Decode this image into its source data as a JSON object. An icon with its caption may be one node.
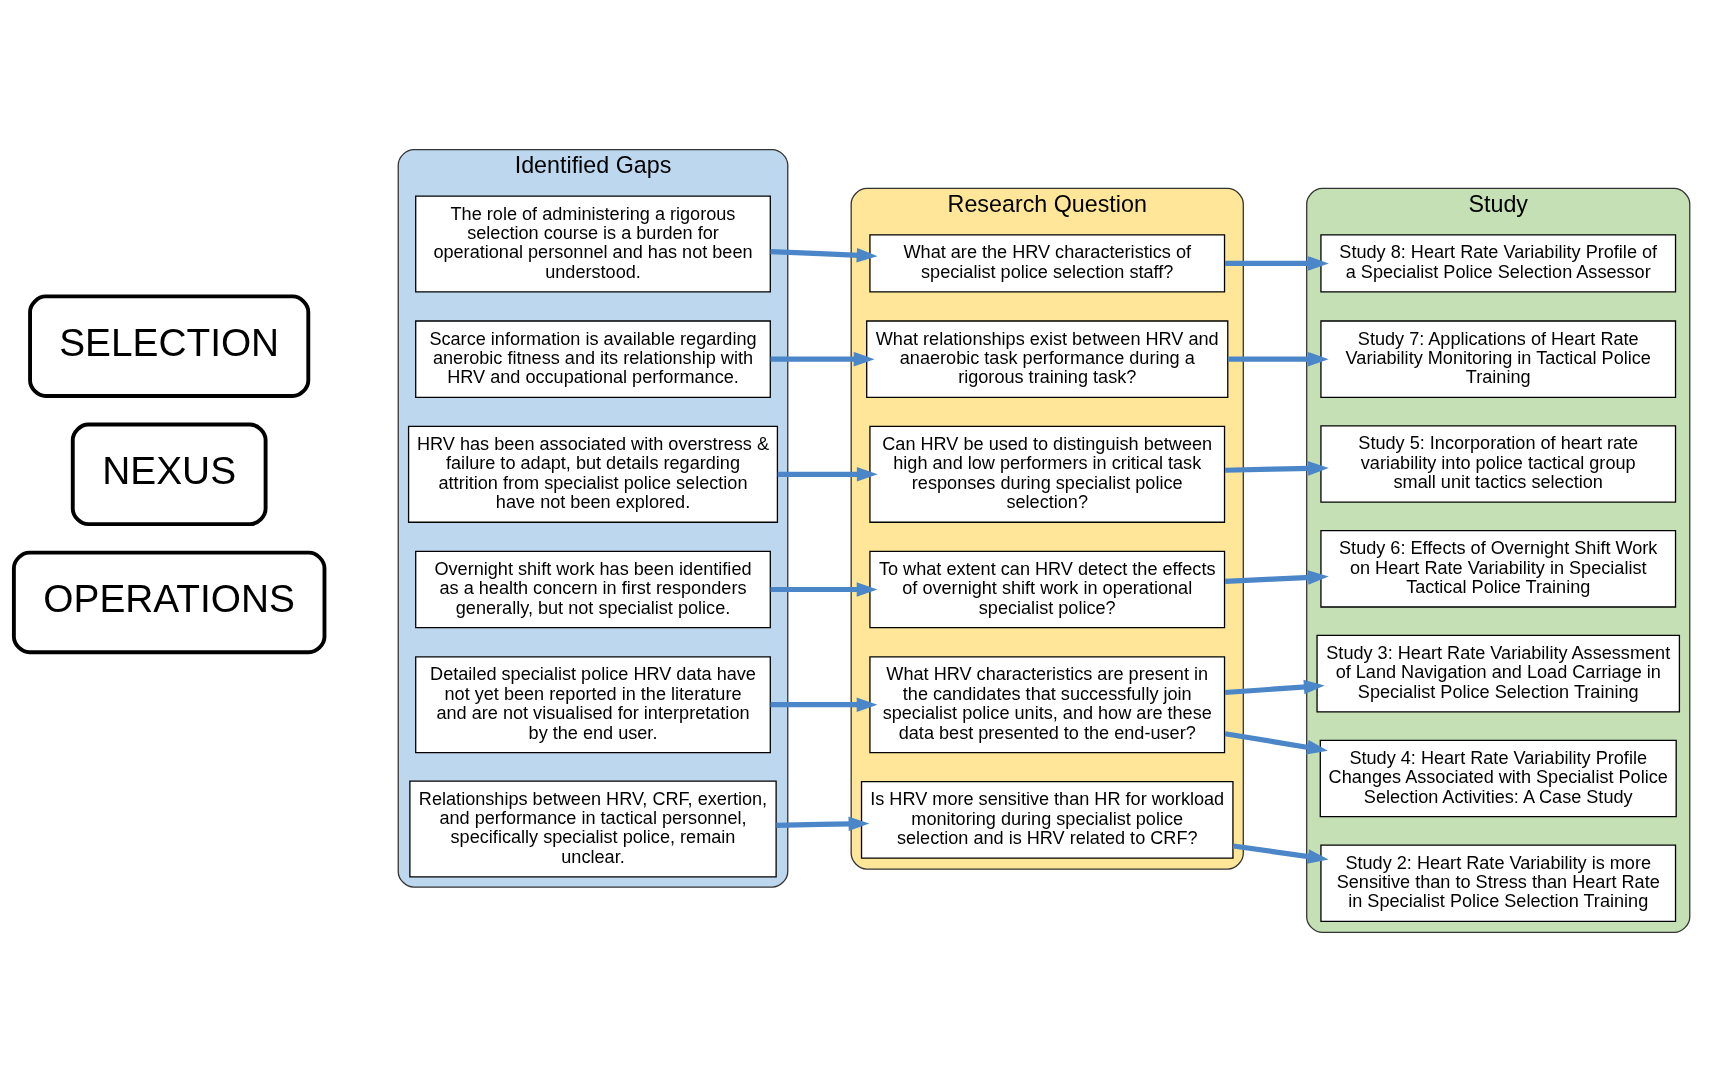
{
  "diagram": {
    "nodes": [
      {
        "text": [
          "Identified Gaps"
        ]
      },
      {
        "text": [
          "Research Question"
        ]
      },
      {
        "text": [
          "Study"
        ]
      },
      {
        "text": [
          "SELECTION"
        ]
      },
      {
        "text": [
          "NEXUS"
        ]
      },
      {
        "text": [
          "OPERATIONS"
        ]
      },
      {
        "text": [
          "Relationships between HRV, CRF, exertion, and performance in tactical personnel, specifically specialist police, remain unclear."
        ],
        "in": 0
      },
      {
        "text": [
          "Detailed specialist police HRV data have not yet been reported in the literature and are not visualised for interpretation by the end user."
        ],
        "in": 0
      },
      {
        "text": [
          "HRV has been associated with overstress & failure to adapt, but details regarding attrition from specialist police selection have not been explored."
        ],
        "in": 0
      },
      {
        "text": [
          "Overnight shift work has been identified as a health concern in first responders generally, but not specialist police."
        ],
        "in": 0
      },
      {
        "text": [
          "Scarce information is available regarding anerobic fitness and its relationship with HRV and occupational performance."
        ],
        "in": 0
      },
      {
        "text": [
          "The role of administering a rigorous selection course is a burden for operational personnel and has not been understood."
        ],
        "in": 0
      },
      {
        "text": [
          "Is HRV more sensitive than HR for workload monitoring during specialist police selection and is HRV related to CRF?"
        ],
        "in": 1
      },
      {
        "text": [
          "What HRV characteristics are present in the candidates that successfully join specialist police units, and how are these data best presented to the end-user?"
        ],
        "in": 1
      },
      {
        "text": [
          "Can HRV be used to distinguish between high and low performers in critical task responses during specialist police selection?"
        ],
        "in": 1
      },
      {
        "text": [
          "To what extent can HRV detect the effects of overnight shift work in operational specialist police?"
        ],
        "in": 1
      },
      {
        "text": [
          "What relationships exist between HRV and anaerobic task performance during a rigorous training task?"
        ],
        "in": 1
      },
      {
        "text": [
          "What are the HRV characteristics of specialist police selection staff?"
        ],
        "in": 1
      },
      {
        "text": [
          "Study 2: Heart Rate Variability is more Sensitive than to Stress than Heart Rate in Specialist Police Selection Training"
        ],
        "in": 2
      },
      {
        "text": [
          "Study 3: Heart Rate Variability Assessment of Land Navigation and Load Carriage in Specialist Police Selection Training"
        ],
        "in": 2
      },
      {
        "text": [
          "Study 4: Heart Rate Variability Profile Changes Associated with Specialist Police Selection Activities: A Case Study"
        ],
        "in": 2
      },
      {
        "text": [
          "Study 5: Incorporation of heart rate variability into police tactical group small unit tactics selection"
        ],
        "in": 2
      },
      {
        "text": [
          "Study 6: Effects of Overnight Shift Work on Heart Rate Variability in Specialist Tactical Police Training"
        ],
        "in": 2
      },
      {
        "text": [
          "Study 7: Applications of Heart Rate Variability Monitoring in Tactical Police Training"
        ],
        "in": 2
      },
      {
        "text": [
          "Study 8: Heart Rate Variability Profile of a Specialist Police Selection Assessor"
        ],
        "in": 2
      }
    ],
    "edges": [
      {
        "from": 6,
        "to": 12,
        "arrow": "to"
      },
      {
        "from": 7,
        "to": 13,
        "arrow": "to"
      },
      {
        "from": 8,
        "to": 14,
        "arrow": "to"
      },
      {
        "from": 9,
        "to": 15,
        "arrow": "to"
      },
      {
        "from": 10,
        "to": 16,
        "arrow": "to"
      },
      {
        "from": 11,
        "to": 17,
        "arrow": "to"
      },
      {
        "from": 12,
        "to": 18,
        "arrow": "to"
      },
      {
        "from": 13,
        "to": 19,
        "arrow": "to"
      },
      {
        "from": 13,
        "to": 20,
        "arrow": "to"
      },
      {
        "from": 14,
        "to": 21,
        "arrow": "to"
      },
      {
        "from": 15,
        "to": 22,
        "arrow": "to"
      },
      {
        "from": 16,
        "to": 23,
        "arrow": "to"
      },
      {
        "from": 17,
        "to": 24,
        "arrow": "to"
      }
    ]
  }
}
